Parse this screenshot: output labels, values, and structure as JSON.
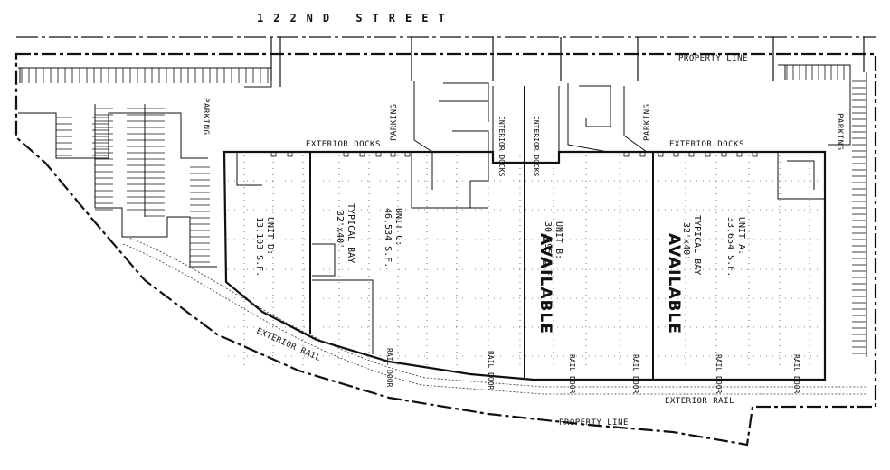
{
  "street": "122ND STREET",
  "property_line_top": "PROPERTY LINE",
  "property_line_bottom": "PROPERTY LINE",
  "parking_labels": [
    "PARKING",
    "PARKING",
    "PARKING",
    "PARKING"
  ],
  "exterior_docks_left": "EXTERIOR DOCKS",
  "exterior_docks_right": "EXTERIOR DOCKS",
  "interior_docks": [
    "INTERIOR DOCKS",
    "INTERIOR DOCKS"
  ],
  "exterior_rail_left": "EXTERIOR RAIL",
  "exterior_rail_right": "EXTERIOR RAIL",
  "rail_door": "RAIL DOOR",
  "units": {
    "d": {
      "name": "UNIT D:",
      "area": "13,103 S.F."
    },
    "c": {
      "name": "UNIT C:",
      "area": "46,534 S.F."
    },
    "b": {
      "name": "UNIT B:",
      "area": "30,695 S.F."
    },
    "a": {
      "name": "UNIT A:",
      "area": "33,654 S.F."
    }
  },
  "typical_bay": {
    "label": "TYPICAL BAY",
    "size": "32'x40'"
  },
  "available": "AVAILABLE"
}
